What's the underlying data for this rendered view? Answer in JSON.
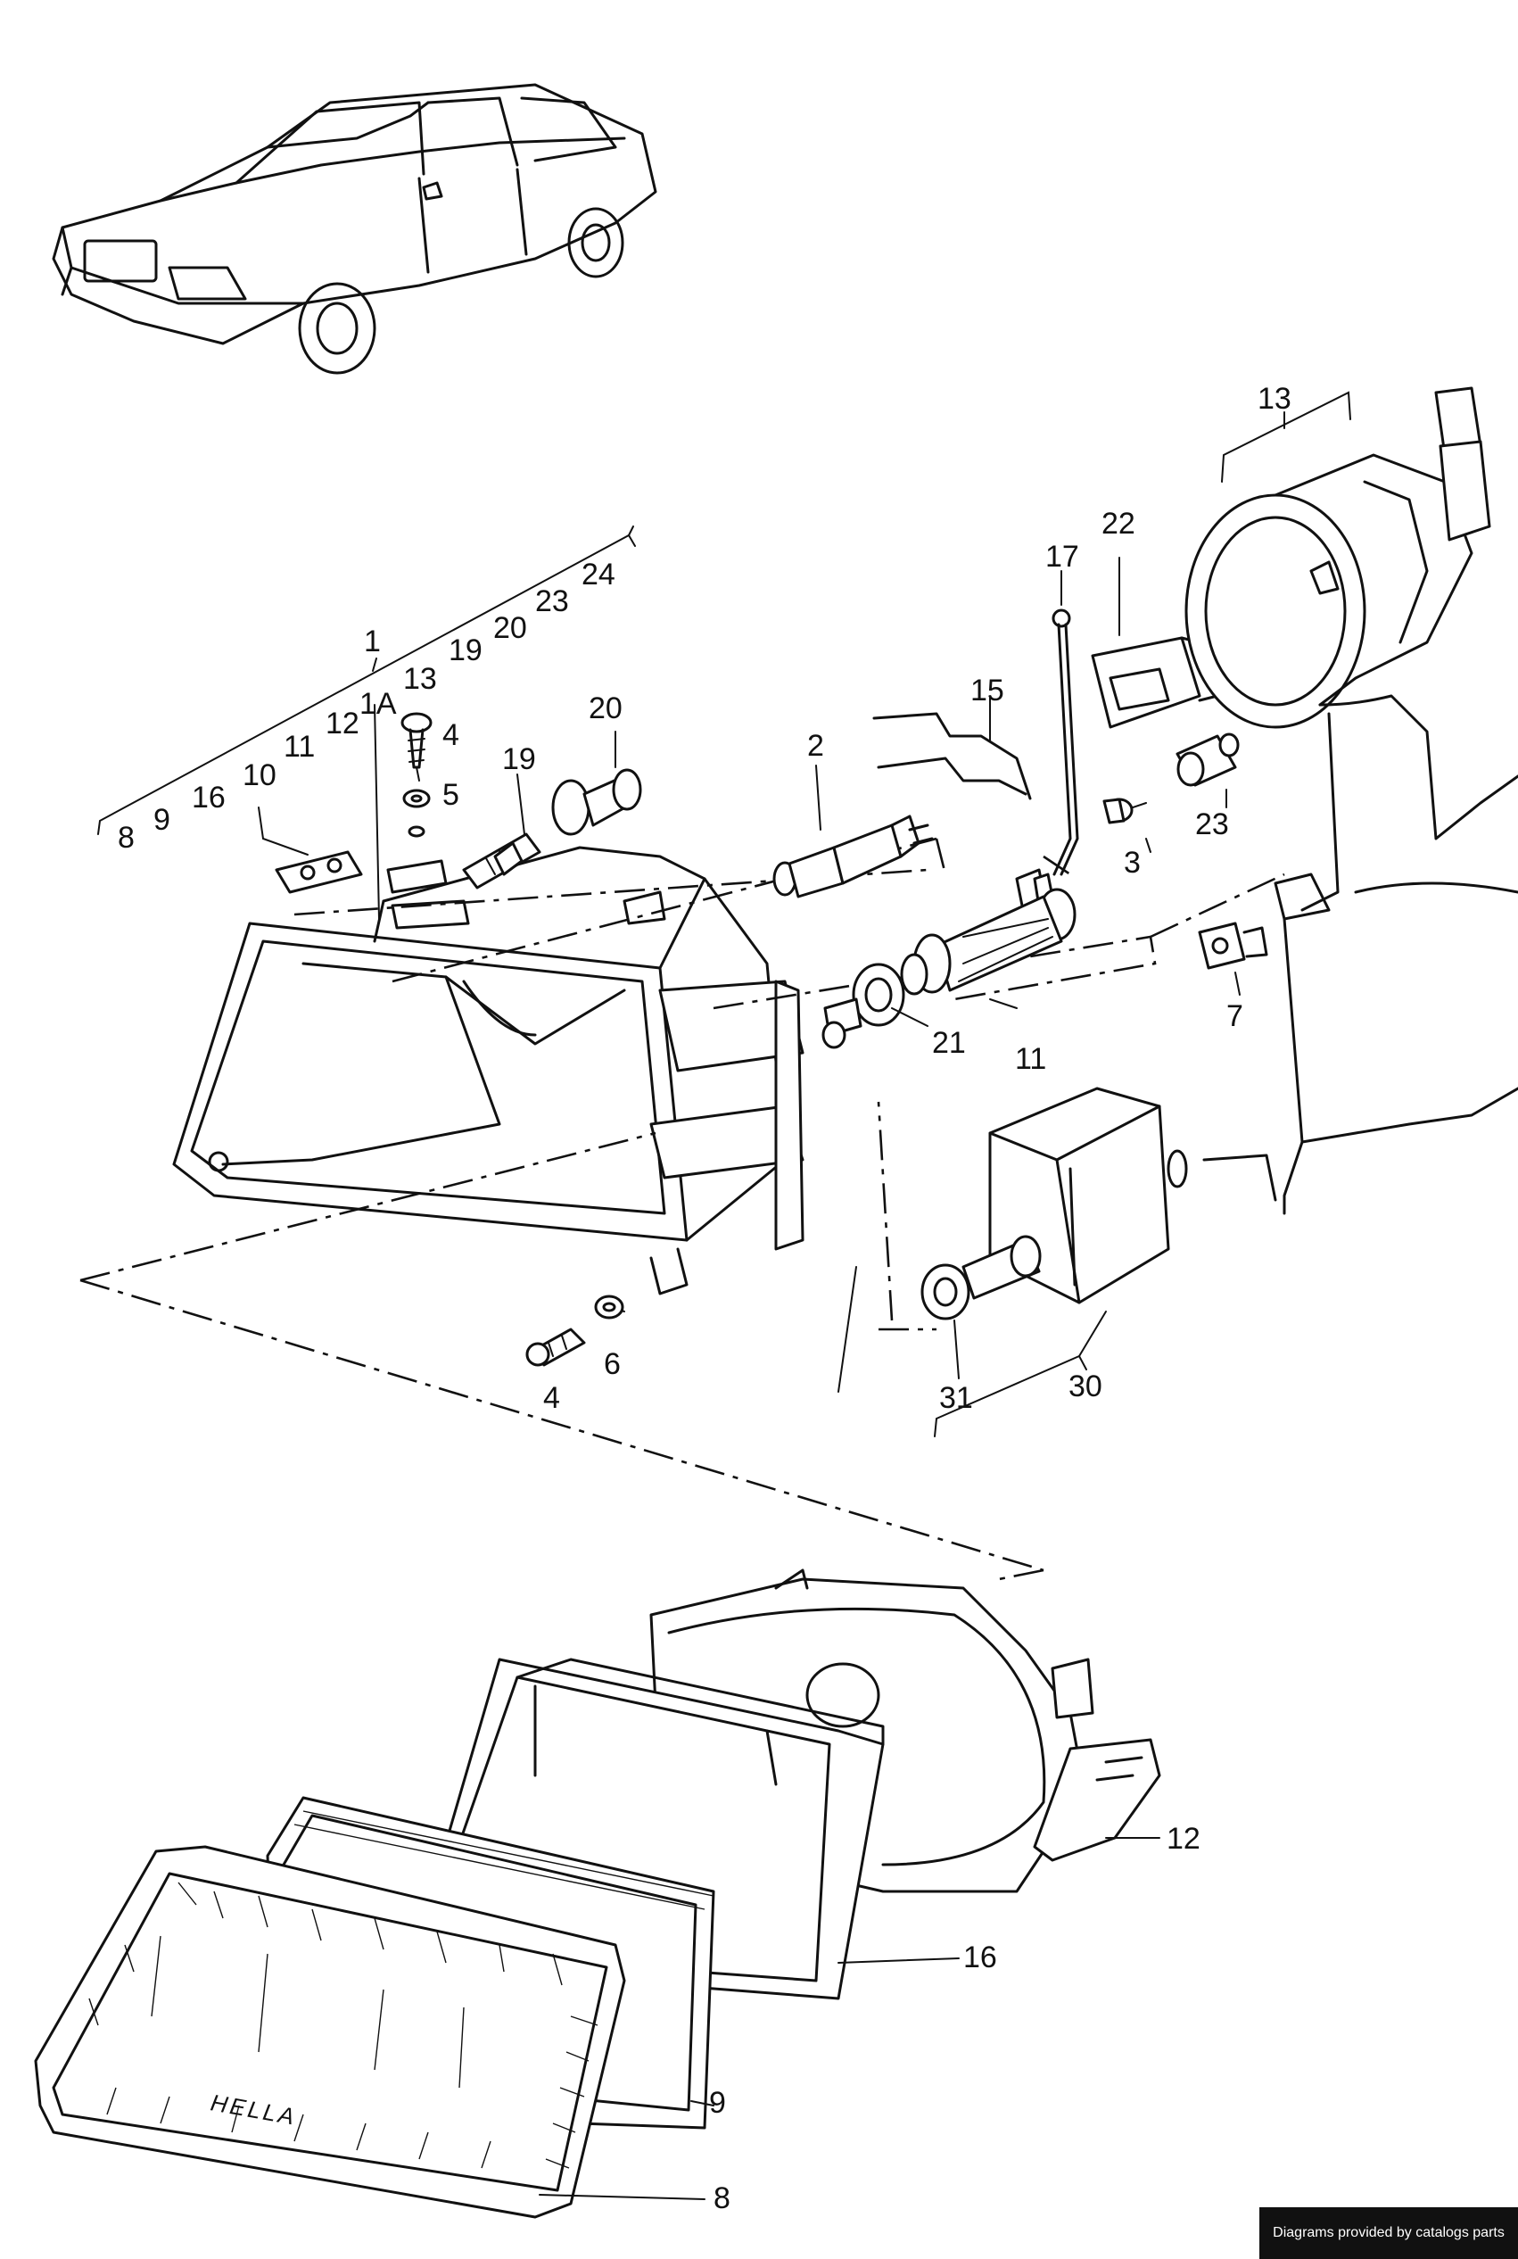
{
  "labels": {
    "l1": "1",
    "l1a": "1A",
    "l2": "2",
    "l3": "3",
    "l4a": "4",
    "l4b": "4",
    "l5": "5",
    "l6": "6",
    "l7": "7",
    "l8a": "8",
    "l8b": "8",
    "l9a": "9",
    "l9b": "9",
    "l10": "10",
    "l11a": "11",
    "l11b": "11",
    "l12a": "12",
    "l12b": "12",
    "l13a": "13",
    "l13b": "13",
    "l15": "15",
    "l16a": "16",
    "l16b": "16",
    "l17": "17",
    "l19a": "19",
    "l19b": "19",
    "l20a": "20",
    "l20b": "20",
    "l21": "21",
    "l22": "22",
    "l23a": "23",
    "l23b": "23",
    "l24": "24",
    "l30": "30",
    "l31": "31"
  },
  "lens_brand": "HELLA",
  "credit": "Diagrams provided by catalogs parts"
}
